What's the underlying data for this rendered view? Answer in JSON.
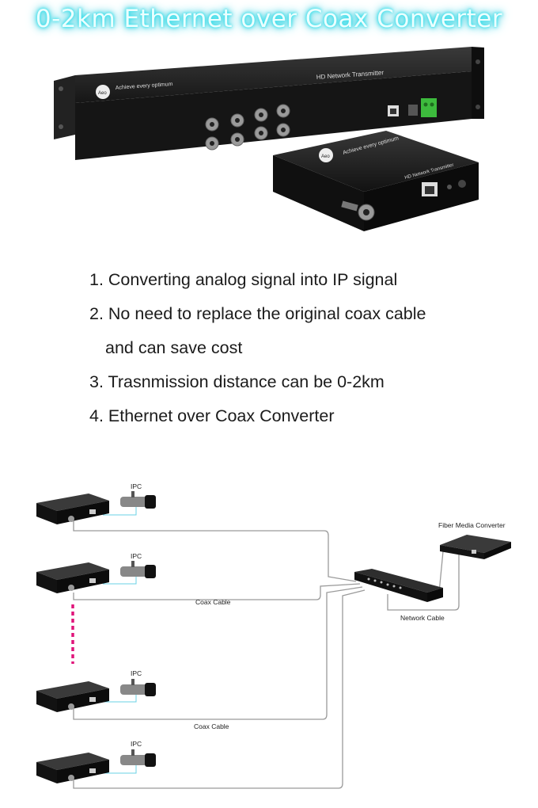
{
  "title": "0-2km Ethernet over Coax Converter",
  "brand": {
    "logo_text": "Aeo",
    "tagline": "Achieve every optimum"
  },
  "rack_unit": {
    "panel_text": "HD Network Transmitter"
  },
  "small_unit": {
    "panel_text": "HD Network Transmitter"
  },
  "features": [
    "1. Converting analog signal into IP signal",
    "2. No need to replace the original coax cable",
    "and can save cost",
    "3. Trasnmission distance can be 0-2km",
    "4. Ethernet over Coax Converter"
  ],
  "diagram": {
    "ipc_label": "IPC",
    "coax_label": "Coax Cable",
    "network_label": "Network Cable",
    "fiber_label": "Fiber Media Converter"
  },
  "colors": {
    "title_glow": "#2fe3ee",
    "device_body": "#1a1a1a",
    "dashed_link": "#e0147a",
    "cable": "#9a9a9a"
  }
}
